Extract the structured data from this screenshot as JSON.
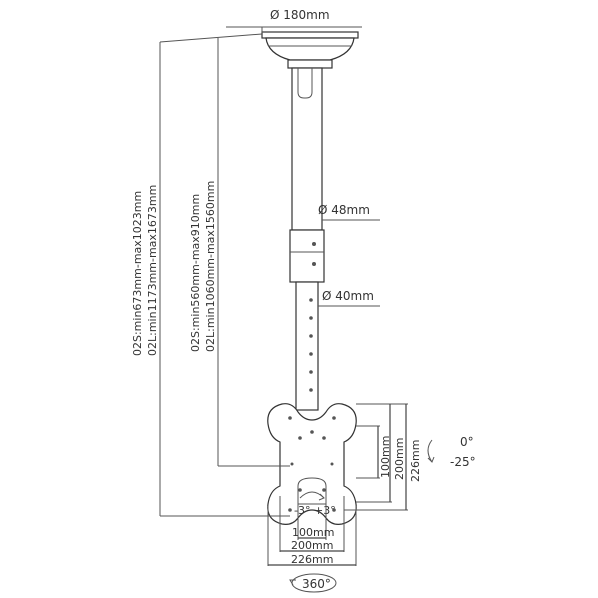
{
  "labels": {
    "ceiling_plate_diameter": "Ø 180mm",
    "upper_pole_diameter": "Ø 48mm",
    "lower_pole_diameter": "Ø 40mm",
    "total_height_02s": "02S:min673mm-max1023mm",
    "total_height_02l": "02L:min1173mm-max1673mm",
    "pole_length_02s": "02S:min560mm-max910mm",
    "pole_length_02l": "02L:min1060mm-max1560mm",
    "vesa_h_100": "100mm",
    "vesa_h_200": "200mm",
    "vesa_h_226": "226mm",
    "vesa_w_100": "100mm",
    "vesa_w_200": "200mm",
    "vesa_w_226": "226mm",
    "tilt_0": "0°",
    "tilt_neg25": "-25°",
    "rotation_minus3": "-3°",
    "rotation_plus3": "+3°",
    "swivel_360": "360°"
  },
  "colors": {
    "line": "#555555",
    "text": "#333333",
    "background": "#ffffff"
  }
}
